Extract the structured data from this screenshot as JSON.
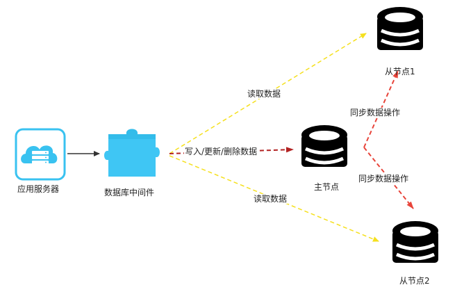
{
  "nodes": {
    "app_server": {
      "label": "应用服务器",
      "icon": "cloud-server-icon"
    },
    "middleware": {
      "label": "数据库中间件",
      "icon": "puzzle-piece-icon"
    },
    "master": {
      "label": "主节点",
      "icon": "database-icon"
    },
    "slave1": {
      "label": "从节点1",
      "icon": "database-icon"
    },
    "slave2": {
      "label": "从节点2",
      "icon": "database-icon"
    }
  },
  "edges": {
    "read_top": "读取数据",
    "write": "写入/更新/删除数据",
    "read_bottom": "读取数据",
    "sync_top": "同步数据操作",
    "sync_bottom": "同步数据操作"
  },
  "colors": {
    "app_icon": "#39c2f0",
    "puzzle": "#3fc6f4",
    "read_arrow": "#f5e01e",
    "write_arrow": "#b22222",
    "sync_arrow": "#e8443a",
    "db": "#000000",
    "plain_arrow": "#333333"
  }
}
